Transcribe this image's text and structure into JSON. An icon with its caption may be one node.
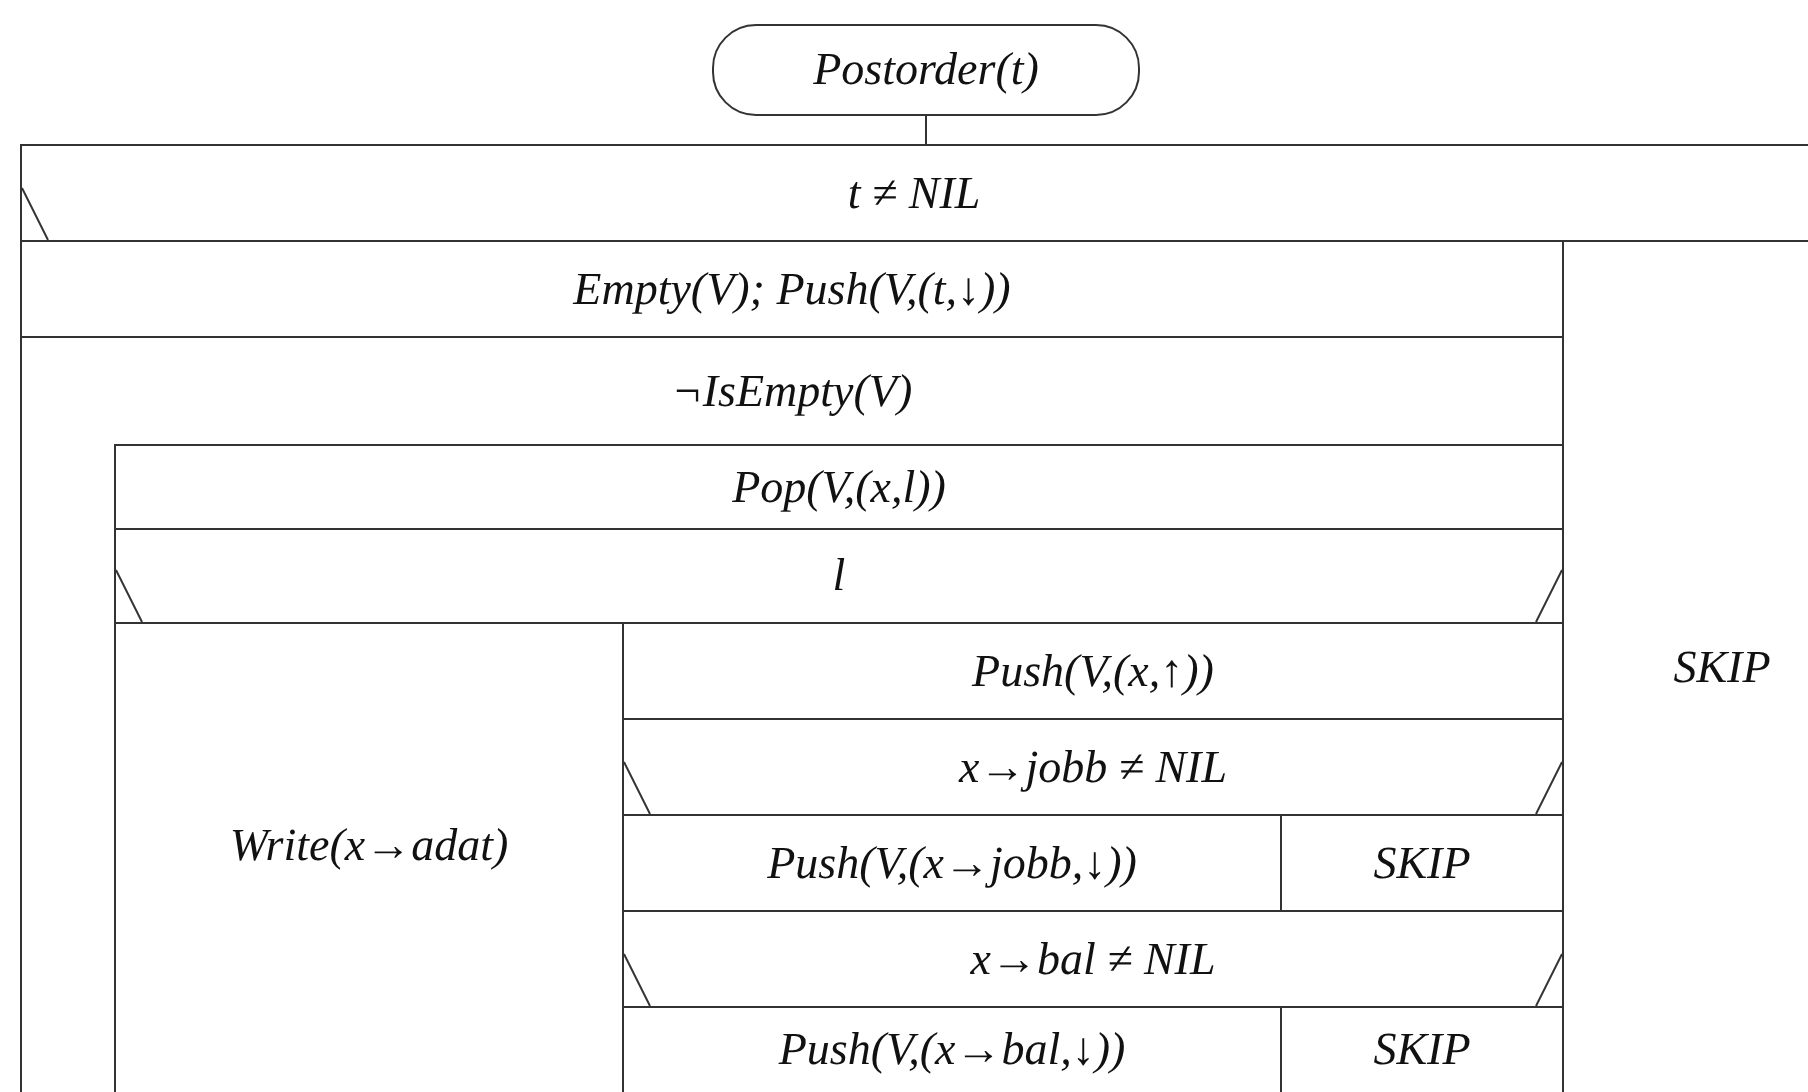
{
  "diagram": {
    "nodes": [
      {
        "text": [
          "Postorder(t)"
        ]
      },
      {
        "text": [
          "t ≠ NIL"
        ]
      },
      {
        "text": [
          "Empty(V); Push(V,(t,↓))"
        ]
      },
      {
        "text": [
          "¬IsEmpty(V)"
        ]
      },
      {
        "text": [
          "Pop(V,(x,l))"
        ],
        "in": 3
      },
      {
        "text": [
          "l"
        ],
        "in": 3
      },
      {
        "text": [
          "Write(x→adat)"
        ],
        "in": 3
      },
      {
        "text": [
          "Push(V,(x,↑))"
        ],
        "in": 3
      },
      {
        "text": [
          "x→jobb ≠ NIL"
        ],
        "in": 3
      },
      {
        "text": [
          "Push(V,(x→jobb,↓))"
        ],
        "in": 3
      },
      {
        "text": [
          "SKIP"
        ],
        "in": 3
      },
      {
        "text": [
          "x→bal ≠ NIL"
        ],
        "in": 3
      },
      {
        "text": [
          "Push(V,(x→bal,↓))"
        ],
        "in": 3
      },
      {
        "text": [
          "SKIP"
        ],
        "in": 3
      },
      {
        "text": [
          "SKIP"
        ]
      }
    ],
    "edges": [
      {
        "from": 0,
        "to": 1,
        "arrow": "none"
      }
    ]
  }
}
